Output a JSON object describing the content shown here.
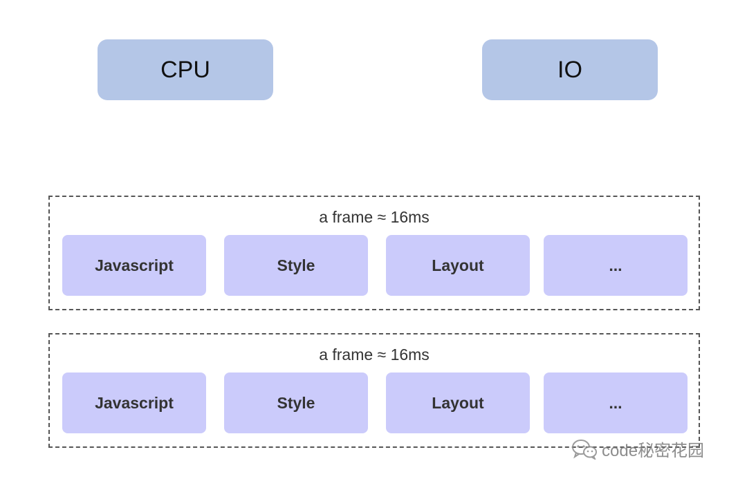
{
  "top_boxes": {
    "cpu": "CPU",
    "io": "IO"
  },
  "frames": [
    {
      "label": "a frame ≈ 16ms",
      "stages": [
        "Javascript",
        "Style",
        "Layout",
        "..."
      ]
    },
    {
      "label": "a frame ≈ 16ms",
      "stages": [
        "Javascript",
        "Style",
        "Layout",
        "..."
      ]
    }
  ],
  "watermark": {
    "text": "code秘密花园",
    "icon": "wechat-icon"
  },
  "colors": {
    "top_box": "#b4c6e7",
    "stage_box": "#cbcbfb",
    "frame_border": "#555555"
  }
}
